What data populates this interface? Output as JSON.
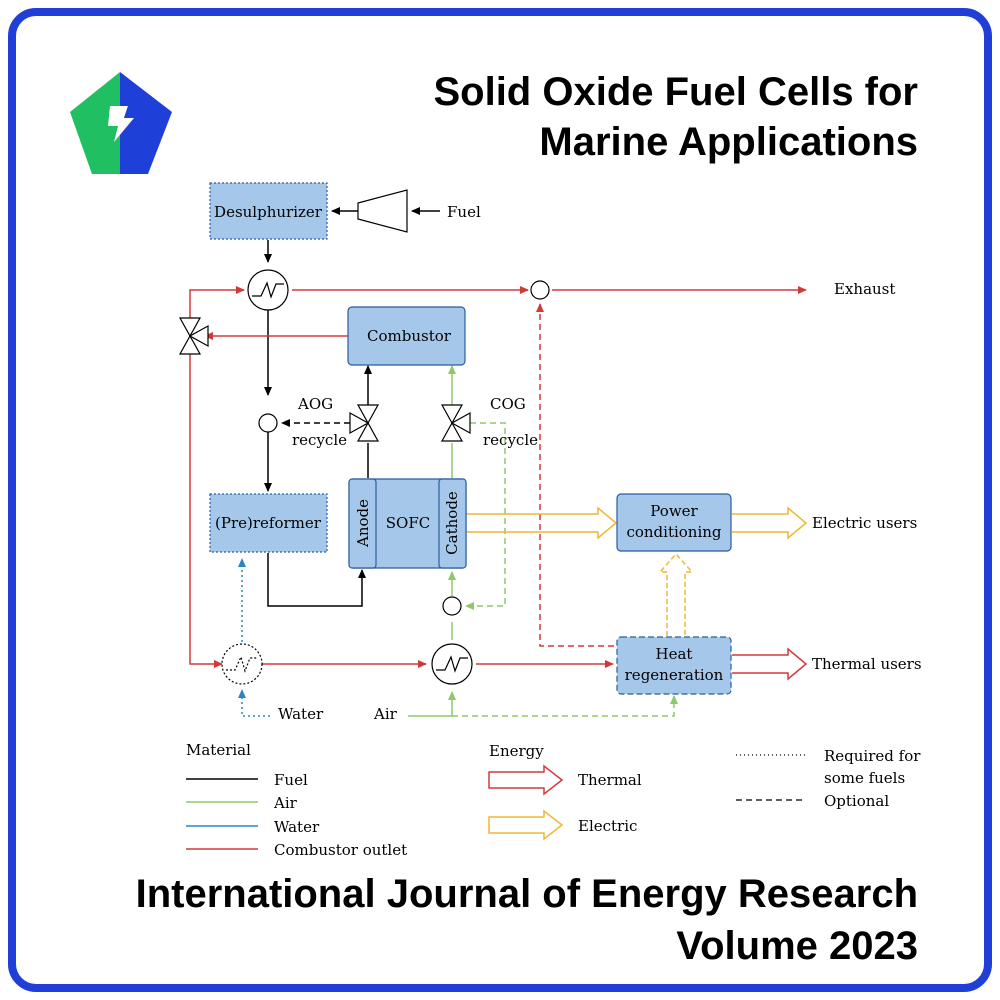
{
  "header": {
    "title_line1": "Solid Oxide Fuel Cells for",
    "title_line2": "Marine Applications"
  },
  "footer": {
    "journal": "International Journal of Energy Research",
    "volume": "Volume 2023"
  },
  "diagram": {
    "blocks": {
      "desulphurizer": "Desulphurizer",
      "combustor": "Combustor",
      "prereformer": "(Pre)reformer",
      "anode": "Anode",
      "sofc": "SOFC",
      "cathode": "Cathode",
      "power_conditioning_line1": "Power",
      "power_conditioning_line2": "conditioning",
      "heat_regeneration_line1": "Heat",
      "heat_regeneration_line2": "regeneration"
    },
    "labels": {
      "fuel": "Fuel",
      "exhaust": "Exhaust",
      "aog_line1": "AOG",
      "aog_line2": "recycle",
      "cog_line1": "COG",
      "cog_line2": "recycle",
      "electric_users": "Electric users",
      "thermal_users": "Thermal users",
      "water": "Water",
      "air": "Air"
    },
    "legend": {
      "material_title": "Material",
      "material_items": [
        "Fuel",
        "Air",
        "Water",
        "Combustor outlet"
      ],
      "energy_title": "Energy",
      "energy_items": [
        "Thermal",
        "Electric"
      ],
      "line_items": [
        "Required for",
        "some fuels",
        "Optional"
      ]
    }
  },
  "colors": {
    "frame": "#1f3fd6",
    "fuel": "#000000",
    "air": "#8dc86b",
    "water": "#2b85c4",
    "combustor_outlet": "#d23a3a",
    "thermal": "#d23a3a",
    "electric": "#f2b632",
    "block_fill": "#a5c8ea",
    "block_stroke": "#2b5c9e",
    "logo_green": "#1fbf62",
    "logo_blue": "#1e3fd8"
  },
  "icons": {
    "logo": "journal-logo-icon",
    "heat_exchanger": "heat-exchanger-icon",
    "valve": "three-way-valve-icon",
    "mixer": "mixer-icon",
    "compressor": "compressor-icon"
  }
}
